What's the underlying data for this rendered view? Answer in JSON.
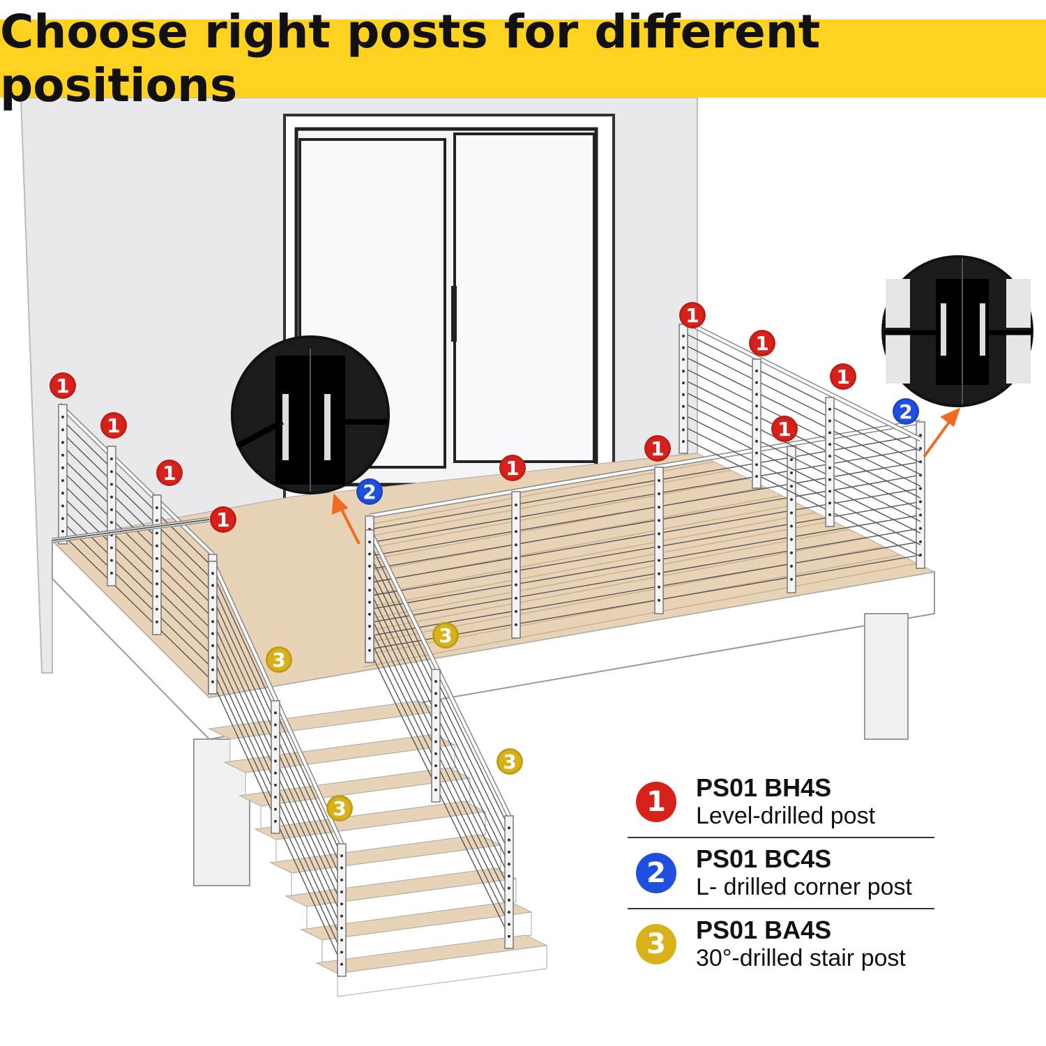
{
  "title": "Choose right posts for different positions",
  "colors": {
    "banner": "#FFD21F",
    "red": "#D8211B",
    "blue": "#1F4FE0",
    "yellow": "#D9B21A",
    "deck": "#E9D3B6",
    "wall": "#E9E9EB",
    "arrow": "#F06A22"
  },
  "badges": [
    "1",
    "1",
    "1",
    "1",
    "1",
    "1",
    "1",
    "1",
    "1",
    "1",
    "2",
    "2",
    "3",
    "3",
    "3",
    "3"
  ],
  "legend": [
    {
      "number": "1",
      "code": "PS01 BH4S",
      "description": "Level-drilled post",
      "color": "red"
    },
    {
      "number": "2",
      "code": "PS01 BC4S",
      "description": "L- drilled corner post",
      "color": "blue"
    },
    {
      "number": "3",
      "code": "PS01 BA4S",
      "description": "30°-drilled stair post",
      "color": "yellow"
    }
  ]
}
